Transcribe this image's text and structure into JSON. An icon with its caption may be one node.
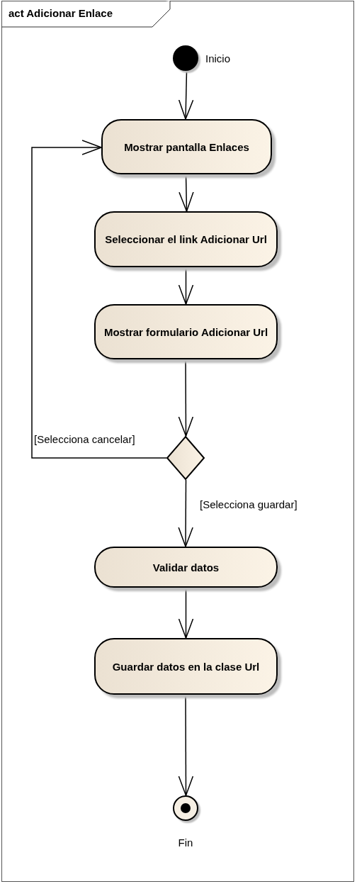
{
  "diagram": {
    "title": "act Adicionar Enlace",
    "nodes": [
      {
        "text": [],
        "shape": "circle",
        "beside": [
          "Inicio"
        ]
      },
      {
        "text": [
          "Mostrar pantalla Enlaces"
        ]
      },
      {
        "text": [
          "Seleccionar el link Adicionar Url"
        ]
      },
      {
        "text": [
          "Mostrar formulario Adicionar Url"
        ]
      },
      {
        "text": [],
        "shape": "diamond"
      },
      {
        "text": [
          "Validar datos"
        ]
      },
      {
        "text": [
          "Guardar datos en la clase Url"
        ]
      },
      {
        "text": [],
        "shape": "circle",
        "beside": [
          "Fin"
        ]
      }
    ],
    "edges": [
      {
        "from": 0,
        "to": 1,
        "arrow": "to"
      },
      {
        "from": 1,
        "to": 2,
        "arrow": "to"
      },
      {
        "from": 2,
        "to": 3,
        "arrow": "to"
      },
      {
        "from": 3,
        "to": 4,
        "arrow": "to"
      },
      {
        "from": 4,
        "to": 1,
        "arrow": "to",
        "label": "[Selecciona cancelar]"
      },
      {
        "from": 4,
        "to": 5,
        "arrow": "to",
        "label": "[Selecciona guardar]"
      },
      {
        "from": 5,
        "to": 6,
        "arrow": "to"
      },
      {
        "from": 6,
        "to": 7,
        "arrow": "to"
      }
    ]
  }
}
